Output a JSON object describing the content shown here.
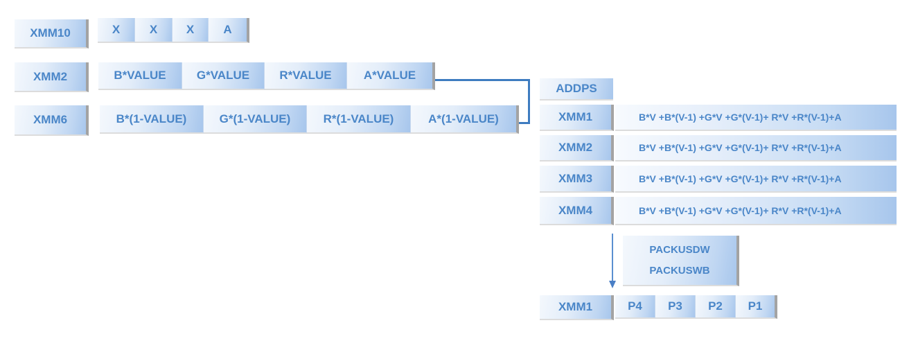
{
  "top_left": {
    "xmm10": {
      "label": "XMM10",
      "slots": [
        "X",
        "X",
        "X",
        "A"
      ]
    },
    "xmm2": {
      "label": "XMM2",
      "slots": [
        "B*VALUE",
        "G*VALUE",
        "R*VALUE",
        "A*VALUE"
      ]
    },
    "xmm6": {
      "label": "XMM6",
      "slots": [
        "B*(1-VALUE)",
        "G*(1-VALUE)",
        "R*(1-VALUE)",
        "A*(1-VALUE)"
      ]
    }
  },
  "right": {
    "op_label": "ADDPS",
    "rows": [
      {
        "label": "XMM1",
        "formula": "B*V +B*(V-1) +G*V +G*(V-1)+ R*V +R*(V-1)+A"
      },
      {
        "label": "XMM2",
        "formula": "B*V +B*(V-1) +G*V +G*(V-1)+ R*V +R*(V-1)+A"
      },
      {
        "label": "XMM3",
        "formula": "B*V +B*(V-1) +G*V +G*(V-1)+ R*V +R*(V-1)+A"
      },
      {
        "label": "XMM4",
        "formula": "B*V +B*(V-1) +G*V +G*(V-1)+ R*V +R*(V-1)+A"
      }
    ],
    "pack_ops": [
      "PACKUSDW",
      "PACKUSWB"
    ],
    "result": {
      "label": "XMM1",
      "slots": [
        "P4",
        "P3",
        "P2",
        "P1"
      ]
    }
  },
  "colors": {
    "text": "#4a86c8",
    "connector": "#3e7cc0",
    "shadow": "#a3a3a3"
  }
}
